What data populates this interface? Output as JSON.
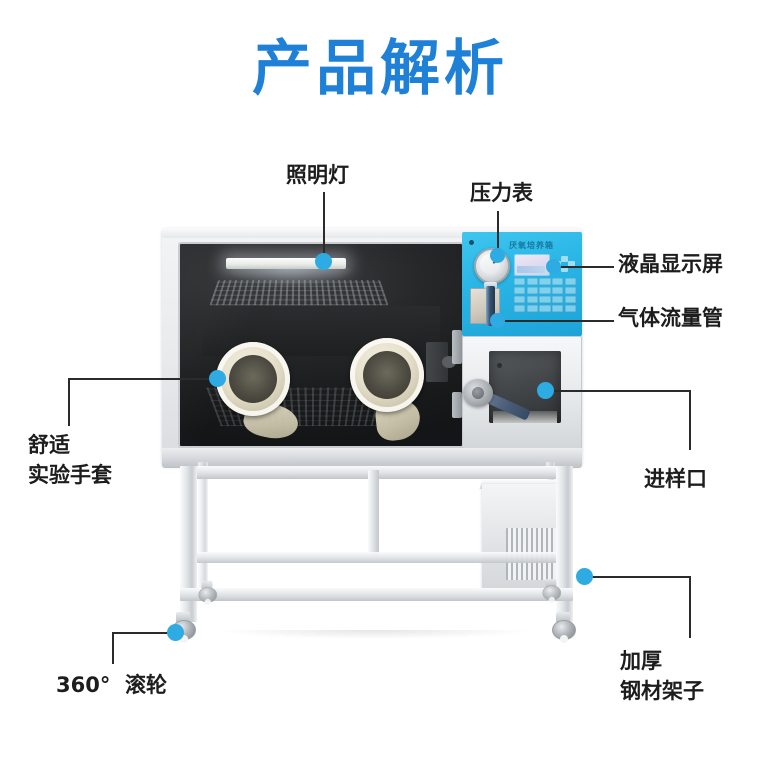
{
  "page": {
    "title": "产品解析",
    "title_color": "#1f80d8",
    "background": "#ffffff",
    "accent_dot_color": "#2fabe4",
    "leader_line_color": "#2b2b2b"
  },
  "product": {
    "panel_brand_text": "厌氧培养箱",
    "panel_color": "#29b4e4",
    "glass_color": "#1f2122",
    "body_color": "#e8eaec",
    "glove_color": "#e6e0cb"
  },
  "annotations": [
    {
      "id": "lighting-lamp",
      "label": "照明灯",
      "label_lines": [
        "照明灯"
      ],
      "position": "top-left-center"
    },
    {
      "id": "pressure-gauge",
      "label": "压力表",
      "label_lines": [
        "压力表"
      ],
      "position": "top-right-center"
    },
    {
      "id": "lcd-display",
      "label": "液晶显示屏",
      "label_lines": [
        "液晶显示屏"
      ],
      "position": "right-upper"
    },
    {
      "id": "gas-flow-tube",
      "label": "气体流量管",
      "label_lines": [
        "气体流量管"
      ],
      "position": "right-middle"
    },
    {
      "id": "comfort-gloves",
      "label": "舒适 实验手套",
      "label_lines": [
        "舒适",
        "实验手套"
      ],
      "position": "left-middle"
    },
    {
      "id": "sample-inlet",
      "label": "进样口",
      "label_lines": [
        "进样口"
      ],
      "position": "right-lower"
    },
    {
      "id": "caster-wheel",
      "label": "360°  滚轮",
      "label_lines": [
        "360°  滚轮"
      ],
      "position": "bottom-left"
    },
    {
      "id": "steel-frame",
      "label": "加厚 钢材架子",
      "label_lines": [
        "加厚",
        "钢材架子"
      ],
      "position": "bottom-right"
    }
  ]
}
